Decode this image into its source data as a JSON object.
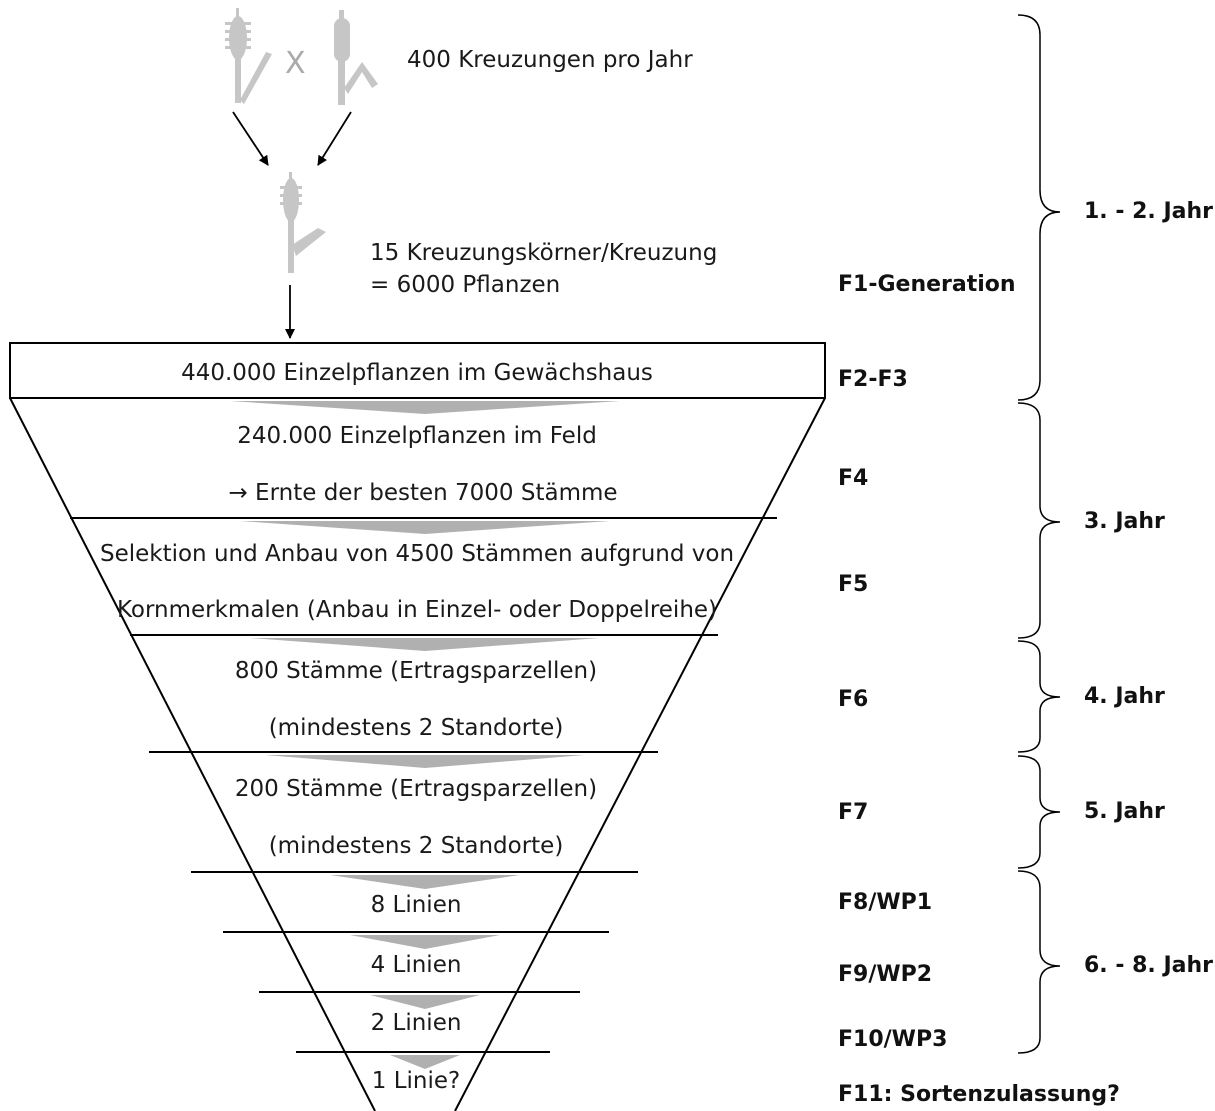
{
  "crossing": {
    "symbol": "X",
    "per_year": "400 Kreuzungen pro Jahr",
    "seeds_line1": "15 Kreuzungskörner/Kreuzung",
    "seeds_line2": "= 6000 Pflanzen"
  },
  "funnel": [
    {
      "lines": [
        "440.000 Einzelpflanzen im Gewächshaus"
      ]
    },
    {
      "lines": [
        "240.000 Einzelpflanzen im Feld",
        "→ Ernte der besten 7000 Stämme"
      ]
    },
    {
      "lines": [
        "Selektion und Anbau von 4500 Stämmen aufgrund von",
        "Kornmerkmalen (Anbau in Einzel- oder Doppelreihe)"
      ]
    },
    {
      "lines": [
        "800 Stämme (Ertragsparzellen)",
        "(mindestens 2 Standorte)"
      ]
    },
    {
      "lines": [
        "200 Stämme (Ertragsparzellen)",
        "(mindestens 2 Standorte)"
      ]
    },
    {
      "lines": [
        "8 Linien"
      ]
    },
    {
      "lines": [
        "4 Linien"
      ]
    },
    {
      "lines": [
        "2 Linien"
      ]
    },
    {
      "lines": [
        "1 Linie?"
      ]
    }
  ],
  "generations": [
    "F1-Generation",
    "F2-F3",
    "F4",
    "F5",
    "F6",
    "F7",
    "F8/WP1",
    "F9/WP2",
    "F10/WP3",
    "F11: Sortenzulassung?"
  ],
  "years": [
    "1. - 2. Jahr",
    "3. Jahr",
    "4. Jahr",
    "5. Jahr",
    "6. - 8. Jahr"
  ],
  "colors": {
    "plant": "#c6c6c6",
    "wedge": "#b0b0b0",
    "line": "#000000"
  }
}
